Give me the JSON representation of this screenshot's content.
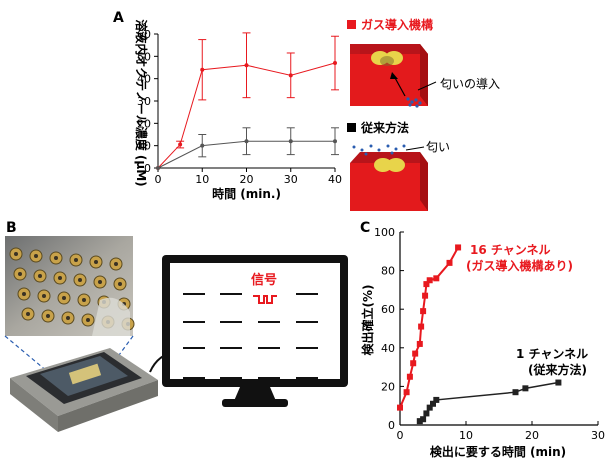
{
  "panels": {
    "a": {
      "letter": "A"
    },
    "b": {
      "letter": "B",
      "signal_label": "信号"
    },
    "c": {
      "letter": "C"
    }
  },
  "colors": {
    "red": "#e8191f",
    "black": "#222222",
    "gray": "#666666",
    "blue": "#2a5db0",
    "monitor": "#111111",
    "cube_red": "#e31a1c",
    "cube_shadow": "#a50f12",
    "hole_yellow": "#e8d44a"
  },
  "chart_data": [
    {
      "type": "line",
      "panel": "A",
      "xlabel": "時間 (min.)",
      "ylabel": "溶液内オクテノール濃度 (μM)",
      "xlim": [
        0,
        40
      ],
      "ylim": [
        0,
        60
      ],
      "xticks": [
        "0",
        "10",
        "20",
        "30",
        "40"
      ],
      "yticks": [
        "0",
        "10",
        "20",
        "30",
        "40",
        "50",
        "60"
      ],
      "grid": false,
      "series": [
        {
          "name": "ガス導入機構",
          "color": "#e8191f",
          "x": [
            0,
            5,
            10,
            20,
            30,
            40
          ],
          "y": [
            0,
            10.5,
            44,
            46,
            41.5,
            47
          ],
          "err": [
            0,
            1.5,
            13.5,
            14.5,
            10,
            12
          ]
        },
        {
          "name": "従来方法",
          "color": "#555555",
          "x": [
            0,
            10,
            20,
            30,
            40
          ],
          "y": [
            0,
            10,
            12,
            12,
            12
          ],
          "err": [
            0,
            5,
            6,
            6,
            6
          ]
        }
      ],
      "annotations": [
        "匂いの導入",
        "匂い"
      ]
    },
    {
      "type": "line",
      "panel": "C",
      "xlabel": "検出に要する時間 (min)",
      "ylabel": "検出確立(%)",
      "xlim": [
        0,
        30
      ],
      "ylim": [
        0,
        100
      ],
      "xticks": [
        "0",
        "10",
        "20",
        "30"
      ],
      "yticks": [
        "0",
        "20",
        "40",
        "60",
        "80",
        "100"
      ],
      "grid": false,
      "series": [
        {
          "name": "16 チャンネル\n(ガス導入機構あり)",
          "color": "#e8191f",
          "x": [
            0,
            1.0,
            1.5,
            2.0,
            2.3,
            3.0,
            3.2,
            3.5,
            3.8,
            4.0,
            4.5,
            5.5,
            7.5,
            8.8
          ],
          "y": [
            9,
            17,
            25,
            32,
            37,
            42,
            51,
            59,
            67,
            73,
            75,
            76,
            84,
            92
          ]
        },
        {
          "name": "1 チャンネル\n(従来方法)",
          "color": "#222222",
          "x": [
            3.0,
            3.5,
            4.0,
            4.5,
            5.0,
            5.5,
            17.5,
            19.0,
            24.0
          ],
          "y": [
            2,
            3,
            6,
            9,
            11,
            13,
            17,
            19,
            22
          ]
        }
      ],
      "labels": [
        {
          "line1": "16 チャンネル",
          "line2": "(ガス導入機構あり)"
        },
        {
          "line1": "1 チャンネル",
          "line2": "(従来方法)"
        }
      ]
    }
  ]
}
